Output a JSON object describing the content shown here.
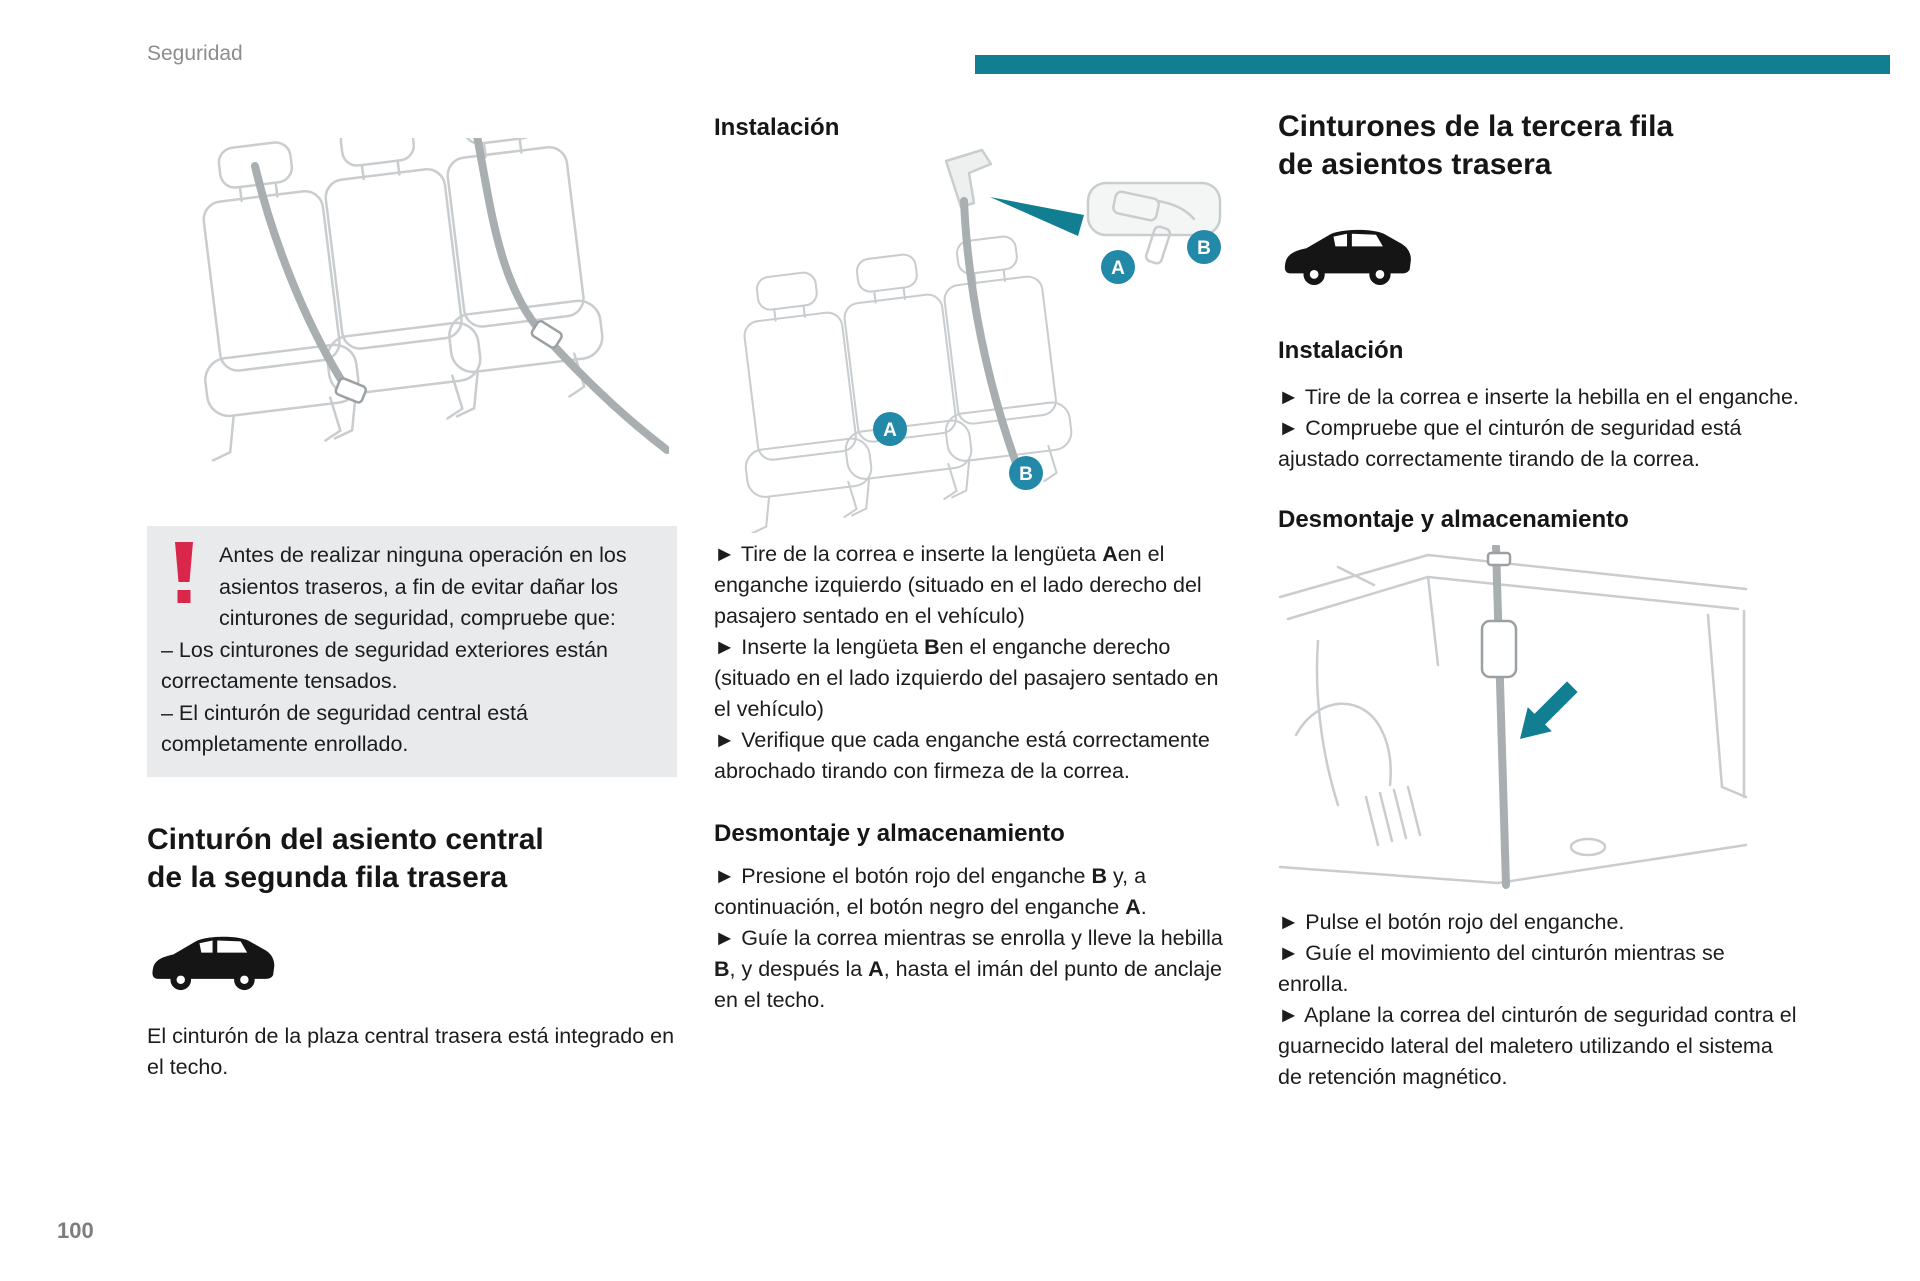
{
  "page": {
    "header_label": "Seguridad",
    "page_number": "100"
  },
  "colors": {
    "accent_bar": "#117e92",
    "badge": "#2389a9",
    "warning_red": "#d8274a",
    "warning_bg": "#e9eaeb",
    "text": "#1c1c1c",
    "muted": "#8d8d8d"
  },
  "icons": {
    "car": "suv-side-silhouette",
    "warning": "exclamation-mark",
    "step_arrow": "►",
    "figure_arrow": "teal-pointer-arrow"
  },
  "figures": {
    "badge_a": "A",
    "badge_b": "B"
  },
  "left": {
    "warning": {
      "intro": "Antes de realizar ninguna operación en los asientos traseros, a fin de evitar dañar los cinturones de seguridad, compruebe que:",
      "items": [
        "–  Los cinturones de seguridad exteriores están correctamente tensados.",
        "–  El cinturón de seguridad central está completamente enrollado."
      ]
    },
    "title_lines": [
      "Cinturón del asiento central",
      "de la segunda fila trasera"
    ],
    "body": "El cinturón de la plaza central trasera está integrado en el techo."
  },
  "middle": {
    "install_title": "Instalación",
    "install_steps": [
      [
        {
          "t": "►  Tire de la correa e inserte la lengüeta "
        },
        {
          "t": "A",
          "b": 1
        },
        {
          "t": "en el enganche izquierdo (situado en el lado derecho del pasajero sentado en el vehículo)"
        }
      ],
      [
        {
          "t": "►  Inserte la lengüeta "
        },
        {
          "t": "B",
          "b": 1
        },
        {
          "t": "en el enganche derecho (situado en el lado izquierdo del pasajero sentado en el vehículo)"
        }
      ],
      [
        {
          "t": "►  Verifique que cada enganche está correctamente abrochado tirando con firmeza de la correa."
        }
      ]
    ],
    "removal_title": "Desmontaje y almacenamiento",
    "removal_steps": [
      [
        {
          "t": "►  Presione el botón rojo del enganche "
        },
        {
          "t": "B",
          "b": 1
        },
        {
          "t": " y, a continuación, el botón negro del enganche "
        },
        {
          "t": "A",
          "b": 1
        },
        {
          "t": "."
        }
      ],
      [
        {
          "t": "►  Guíe la correa mientras se enrolla y lleve la hebilla "
        },
        {
          "t": "B",
          "b": 1
        },
        {
          "t": ", y después la "
        },
        {
          "t": "A",
          "b": 1
        },
        {
          "t": ", hasta el imán del punto de anclaje en el techo."
        }
      ]
    ]
  },
  "right": {
    "title_lines": [
      "Cinturones de la tercera fila",
      "de asientos trasera"
    ],
    "install_title": "Instalación",
    "install_steps": [
      [
        {
          "t": "►  Tire de la correa e inserte la hebilla en el enganche."
        }
      ],
      [
        {
          "t": "►  Compruebe que el cinturón de seguridad está ajustado correctamente tirando de la correa."
        }
      ]
    ],
    "removal_title": "Desmontaje y almacenamiento",
    "removal_steps": [
      [
        {
          "t": "►  Pulse el botón rojo del enganche."
        }
      ],
      [
        {
          "t": "►  Guíe el movimiento del cinturón mientras se enrolla."
        }
      ],
      [
        {
          "t": "►  Aplane la correa del cinturón de seguridad contra el guarnecido lateral del maletero utilizando el sistema de retención magnético."
        }
      ]
    ]
  }
}
